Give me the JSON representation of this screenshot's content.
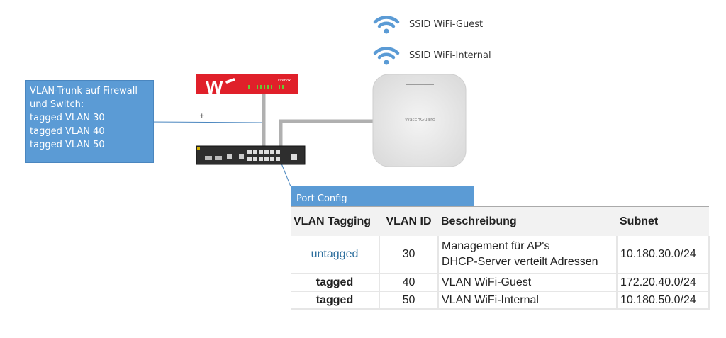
{
  "ssids": [
    {
      "label": "SSID WiFi-Guest"
    },
    {
      "label": "SSID WiFi-Internal"
    }
  ],
  "callout": {
    "lines": [
      "VLAN-Trunk auf Firewall",
      "und Switch:",
      "tagged VLAN 30",
      "tagged VLAN 40",
      "tagged VLAN 50"
    ]
  },
  "plus_marker": "+",
  "devices": {
    "firewall_logo": "Firebox",
    "ap_logo": "WatchGuard"
  },
  "colors": {
    "callout": "#5b9bd5",
    "firewall": "#e0202a",
    "cable": "#b0b0b0",
    "wifi": "#5b9bd5"
  },
  "port_config": {
    "title": "Port Config",
    "headers": [
      "VLAN Tagging",
      "VLAN ID",
      "Beschreibung",
      "Subnet"
    ],
    "rows": [
      {
        "tagging": "untagged",
        "id": "30",
        "desc1": "Management für AP's",
        "desc2": "DHCP-Server verteilt Adressen",
        "subnet": "10.180.30.0/24"
      },
      {
        "tagging": "tagged",
        "id": "40",
        "desc1": "VLAN WiFi-Guest",
        "subnet": "172.20.40.0/24"
      },
      {
        "tagging": "tagged",
        "id": "50",
        "desc1": "VLAN WiFi-Internal",
        "subnet": "10.180.50.0/24"
      }
    ]
  }
}
